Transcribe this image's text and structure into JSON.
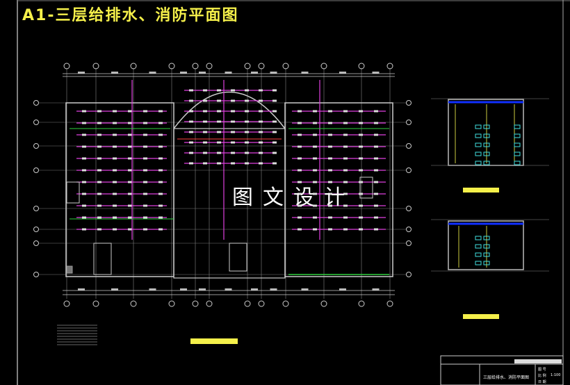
{
  "title": "A1-三层给排水、消防平面图",
  "watermark": "图文设计",
  "title_block": {
    "drawing_name": "三层给排水、消防平面图",
    "row_labels": [
      "图 号",
      "比 例",
      "日 期"
    ],
    "scale": "1:100"
  },
  "colors": {
    "background": "#000000",
    "title": "#f5f04a",
    "walls": "#c8c8c8",
    "water_supply": "#e040e0",
    "drain": "#30d040",
    "fire": "#ff4040",
    "detail_pipe": "#40e0e0",
    "detail_pipe2": "#1030ff"
  }
}
